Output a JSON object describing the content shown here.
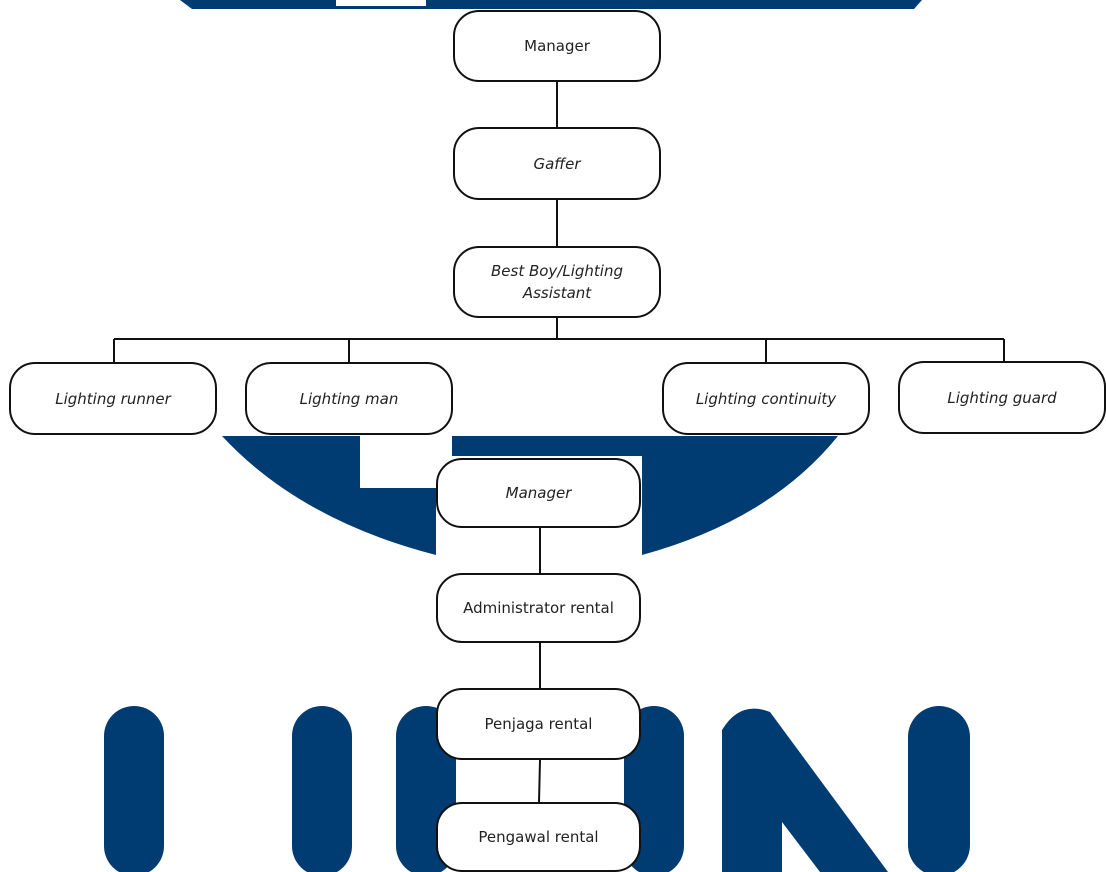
{
  "colors": {
    "watermark": "#003B71",
    "node_border": "#111111",
    "connector": "#111111",
    "text": "#222222"
  },
  "chart1": {
    "manager": "Manager",
    "gaffer": "Gaffer",
    "best_boy": "Best Boy/Lighting Assistant",
    "runner": "Lighting runner",
    "man": "Lighting man",
    "continuity": "Lighting continuity",
    "guard": "Lighting guard"
  },
  "chart2": {
    "manager": "Manager",
    "administrator": "Administrator rental",
    "penjaga": "Penjaga rental",
    "pengawal": "Pengawal rental"
  }
}
